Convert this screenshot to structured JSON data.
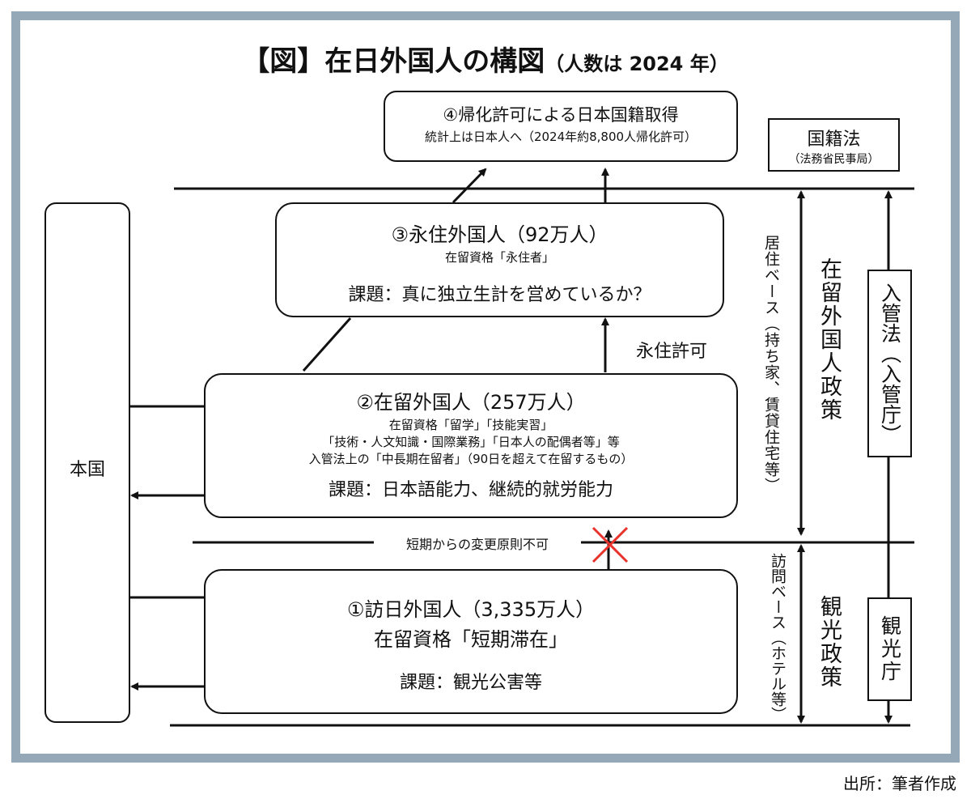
{
  "title": {
    "main": "【図】在日外国人の構図",
    "sub": "（人数は 2024 年）"
  },
  "naturalization": {
    "title": "④帰化許可による日本国籍取得",
    "note": "統計上は日本人へ（2024年約8,800人帰化許可）"
  },
  "nationality_law": {
    "title": "国籍法",
    "agency": "（法務省民事局）"
  },
  "home_country": "本国",
  "permanent": {
    "title": "③永住外国人（92万人）",
    "status": "在留資格「永住者」",
    "issue": "課題：真に独立生計を営めているか？"
  },
  "permanent_permission": "永住許可",
  "resident": {
    "title": "②在留外国人（257万人）",
    "line1": "在留資格「留学」「技能実習」",
    "line2": "「技術・人文知識・国際業務」「日本人の配偶者等」等",
    "line3": "入管法上の「中長期在留者」（90日を超えて在留するもの）",
    "issue": "課題：日本語能力、継続的就労能力"
  },
  "no_change": "短期からの変更原則不可",
  "visitor": {
    "title": "①訪日外国人（3,335万人）",
    "status": "在留資格「短期滞在」",
    "issue": "課題：観光公害等"
  },
  "residence_base": "居住ベース（持ち家、賃貸住宅等）",
  "visit_base": "訪問ベース（ホテル等）",
  "resident_policy": "在留外国人政策",
  "tourism_policy": "観光政策",
  "immigration_law": "入管法（入管庁）",
  "tourism_agency": "観光庁",
  "source": "出所：筆者作成",
  "colors": {
    "frame": "#95a8b8",
    "cross": "#e8322c"
  }
}
